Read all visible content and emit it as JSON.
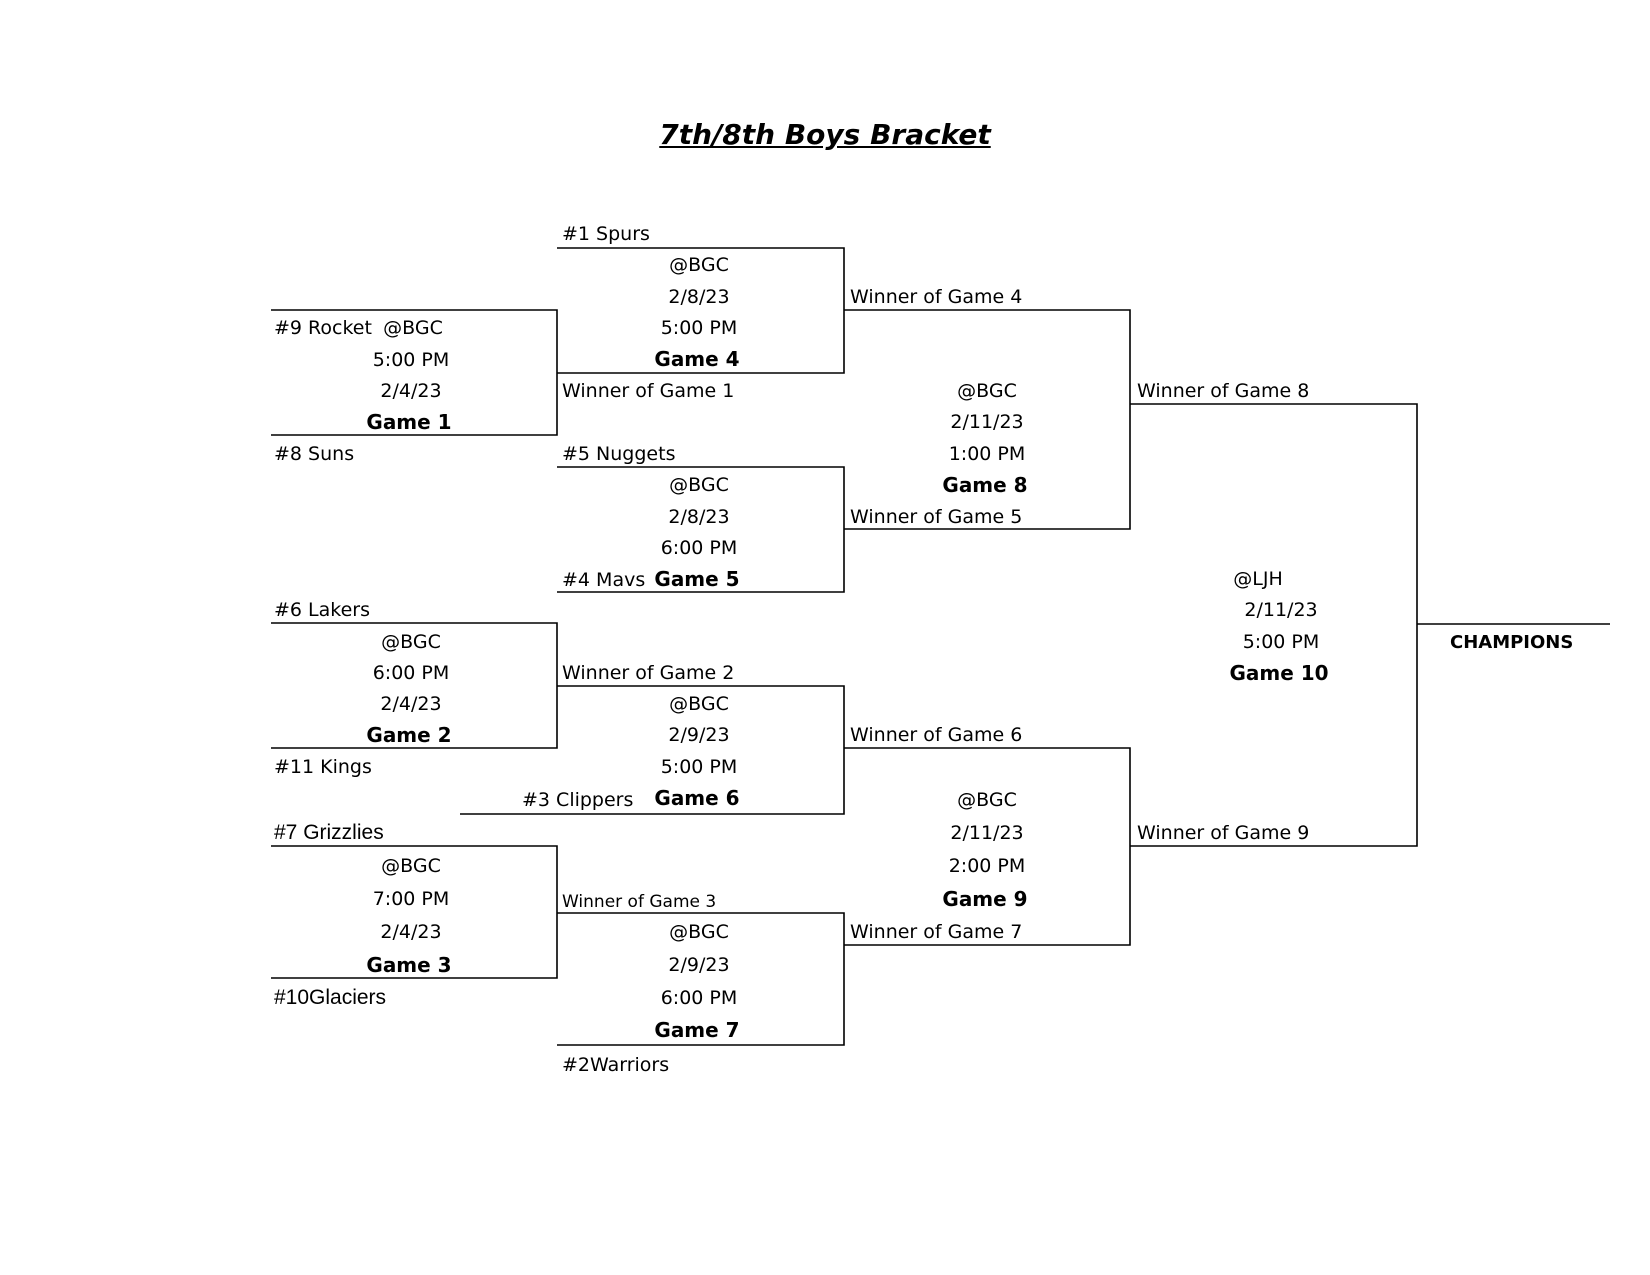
{
  "title": "7th/8th Boys Bracket",
  "round1": {
    "game1": {
      "team_top": "#9 Rocket",
      "venue": "@BGC",
      "time": "5:00 PM",
      "date": "2/4/23",
      "label": "Game 1",
      "team_bottom": "#8 Suns"
    },
    "game2": {
      "team_top": "#6 Lakers",
      "venue": "@BGC",
      "time": "6:00 PM",
      "date": "2/4/23",
      "label": "Game 2",
      "team_bottom": "#11 Kings"
    },
    "game3": {
      "team_top": "#7 Grizzlies",
      "venue": "@BGC",
      "time": "7:00 PM",
      "date": "2/4/23",
      "label": "Game 3",
      "team_bottom": "#10Glaciers"
    }
  },
  "round2": {
    "game4": {
      "team_top": "#1 Spurs",
      "venue": "@BGC",
      "date": "2/8/23",
      "time": "5:00 PM",
      "label": "Game 4",
      "team_bottom": "Winner of Game 1"
    },
    "game5": {
      "team_top": "#5 Nuggets",
      "venue": "@BGC",
      "date": "2/8/23",
      "time": "6:00 PM",
      "label": "Game 5",
      "team_bottom": "#4 Mavs"
    },
    "game6": {
      "team_top": "Winner of Game 2",
      "venue": "@BGC",
      "date": "2/9/23",
      "time": "5:00 PM",
      "label": "Game 6",
      "team_bottom": "#3 Clippers"
    },
    "game7": {
      "team_top": "Winner of Game 3",
      "venue": "@BGC",
      "date": "2/9/23",
      "time": "6:00 PM",
      "label": "Game 7",
      "team_bottom": "#2Warriors"
    }
  },
  "round3": {
    "game8": {
      "team_top": "Winner of Game 4",
      "venue": "@BGC",
      "date": "2/11/23",
      "time": "1:00 PM",
      "label": "Game 8",
      "team_bottom": "Winner of Game 5"
    },
    "game9": {
      "team_top": "Winner of Game 6",
      "venue": "@BGC",
      "date": "2/11/23",
      "time": "2:00 PM",
      "label": "Game 9",
      "team_bottom": "Winner of Game 7"
    }
  },
  "final": {
    "game10": {
      "team_top": "Winner of Game 8",
      "venue": "@LJH",
      "date": "2/11/23",
      "time": "5:00 PM",
      "label": "Game 10",
      "team_bottom": "Winner of Game 9"
    },
    "champions_label": "CHAMPIONS"
  }
}
